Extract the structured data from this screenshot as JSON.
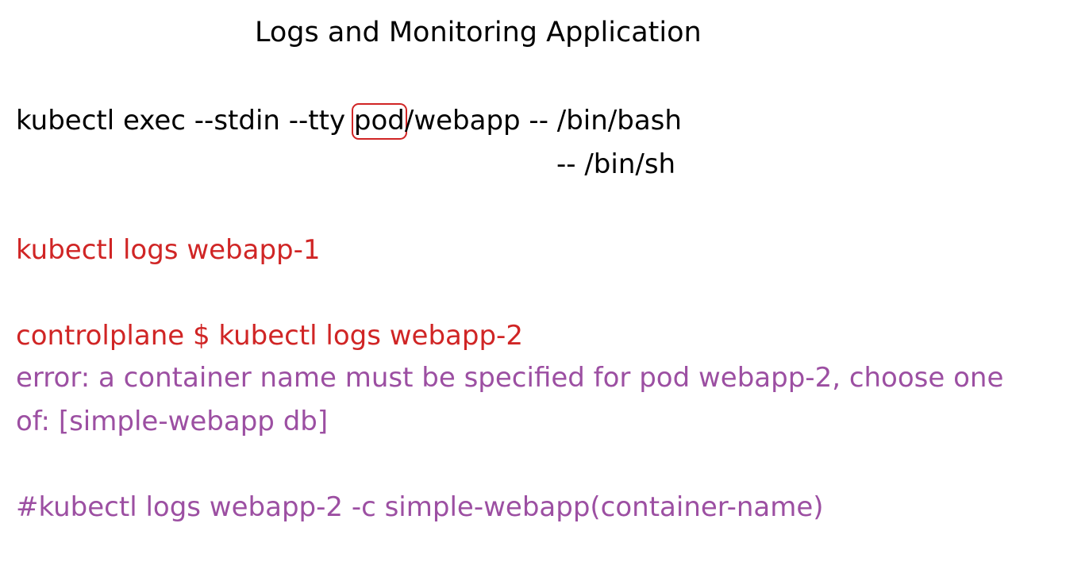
{
  "title": "Logs and Monitoring Application",
  "exec_command": {
    "prefix": "kubectl exec --stdin --tty ",
    "highlighted": "pod",
    "suffix": "/webapp -- /bin/bash",
    "alt_line": "-- /bin/sh"
  },
  "logs_command_1": "kubectl logs webapp-1",
  "logs_command_2": "controlplane $ kubectl logs webapp-2",
  "error_line_1": "error: a container name must be specified for pod webapp-2, choose one",
  "error_line_2": "of: [simple-webapp db]",
  "logs_command_3": "#kubectl logs webapp-2 -c simple-webapp(container-name)",
  "colors": {
    "text": "#000000",
    "command_red": "#d02525",
    "output_purple": "#9c4fa2",
    "highlight_border": "#d02525"
  }
}
